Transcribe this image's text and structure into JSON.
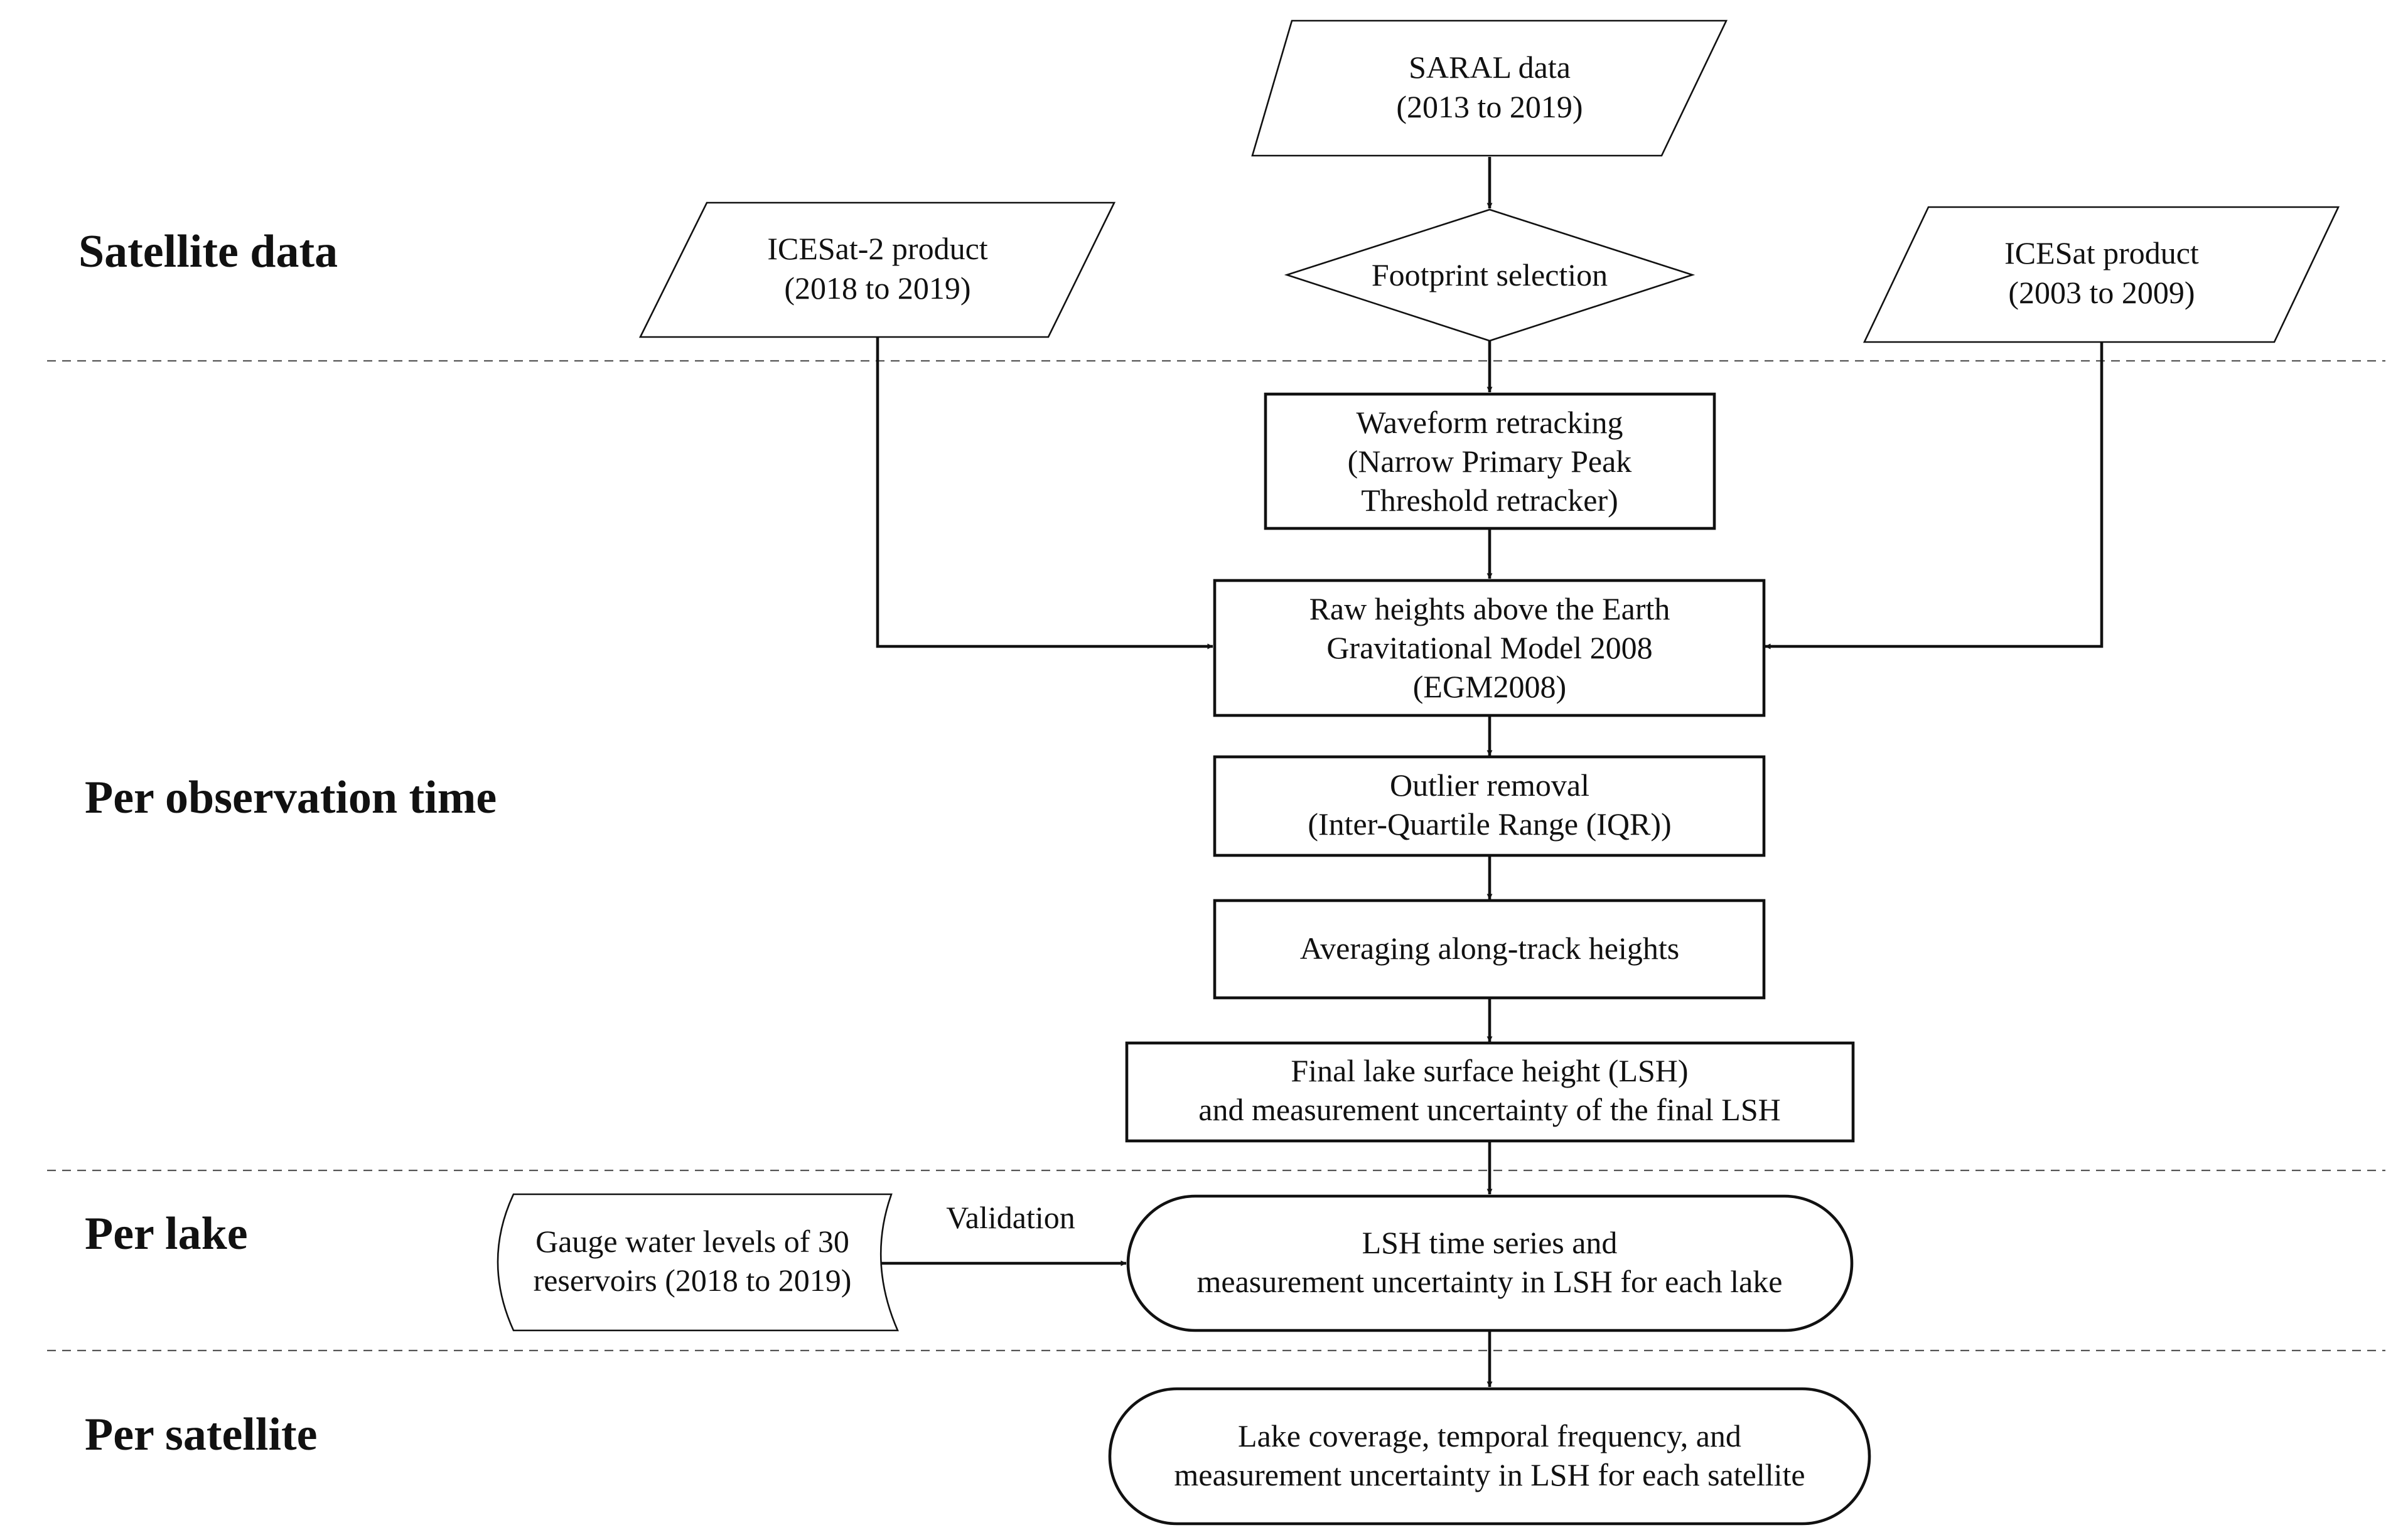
{
  "sections": {
    "satellite_data": "Satellite data",
    "per_observation_time": "Per observation time",
    "per_lake": "Per lake",
    "per_satellite": "Per satellite"
  },
  "nodes": {
    "saral": {
      "line1": "SARAL data",
      "line2": "(2013 to 2019)"
    },
    "icesat2": {
      "line1": "ICESat-2 product",
      "line2": "(2018 to 2019)"
    },
    "icesat": {
      "line1": "ICESat product",
      "line2": "(2003 to 2009)"
    },
    "footprint": {
      "line1": "Footprint selection"
    },
    "waveform": {
      "line1": "Waveform retracking",
      "line2": "(Narrow Primary Peak",
      "line3": "Threshold retracker)"
    },
    "raw_heights": {
      "line1": "Raw heights above the Earth",
      "line2": "Gravitational Model 2008",
      "line3": "(EGM2008)"
    },
    "outlier": {
      "line1": "Outlier removal",
      "line2": "(Inter-Quartile Range (IQR))"
    },
    "averaging": {
      "line1": "Averaging along-track heights"
    },
    "final_lsh": {
      "line1": "Final lake surface height (LSH)",
      "line2": "and measurement uncertainty of the final LSH"
    },
    "gauge": {
      "line1": "Gauge water levels of 30",
      "line2": "reservoirs (2018 to 2019)"
    },
    "lsh_series": {
      "line1": "LSH time series and",
      "line2": "measurement uncertainty in LSH for each lake"
    },
    "coverage": {
      "line1": "Lake coverage, temporal frequency, and",
      "line2": "measurement uncertainty in LSH for each satellite"
    }
  },
  "edges": {
    "validation_label": "Validation"
  }
}
